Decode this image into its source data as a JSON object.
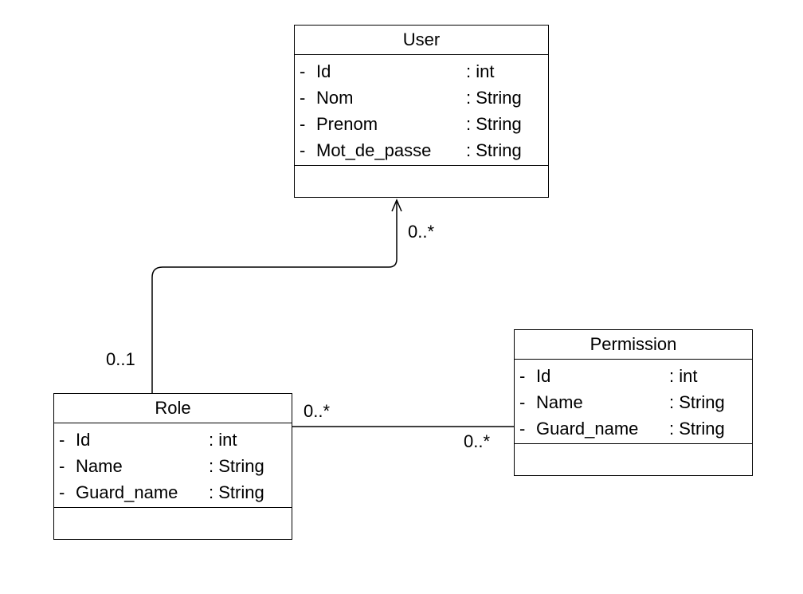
{
  "classes": {
    "user": {
      "name": "User",
      "attributes": [
        {
          "visibility": "-",
          "name": "Id",
          "type": ": int"
        },
        {
          "visibility": "-",
          "name": "Nom",
          "type": ": String"
        },
        {
          "visibility": "-",
          "name": "Prenom",
          "type": ": String"
        },
        {
          "visibility": "-",
          "name": "Mot_de_passe",
          "type": ": String"
        }
      ]
    },
    "role": {
      "name": "Role",
      "attributes": [
        {
          "visibility": "-",
          "name": "Id",
          "type": ": int"
        },
        {
          "visibility": "-",
          "name": "Name",
          "type": ": String"
        },
        {
          "visibility": "-",
          "name": "Guard_name",
          "type": ": String"
        }
      ]
    },
    "permission": {
      "name": "Permission",
      "attributes": [
        {
          "visibility": "-",
          "name": "Id",
          "type": ": int"
        },
        {
          "visibility": "-",
          "name": "Name",
          "type": ": String"
        },
        {
          "visibility": "-",
          "name": "Guard_name",
          "type": ": String"
        }
      ]
    }
  },
  "associations": {
    "role_user": {
      "user_end": "0..*",
      "role_end": "0..1"
    },
    "role_permission": {
      "role_end": "0..*",
      "permission_end": "0..*"
    }
  }
}
